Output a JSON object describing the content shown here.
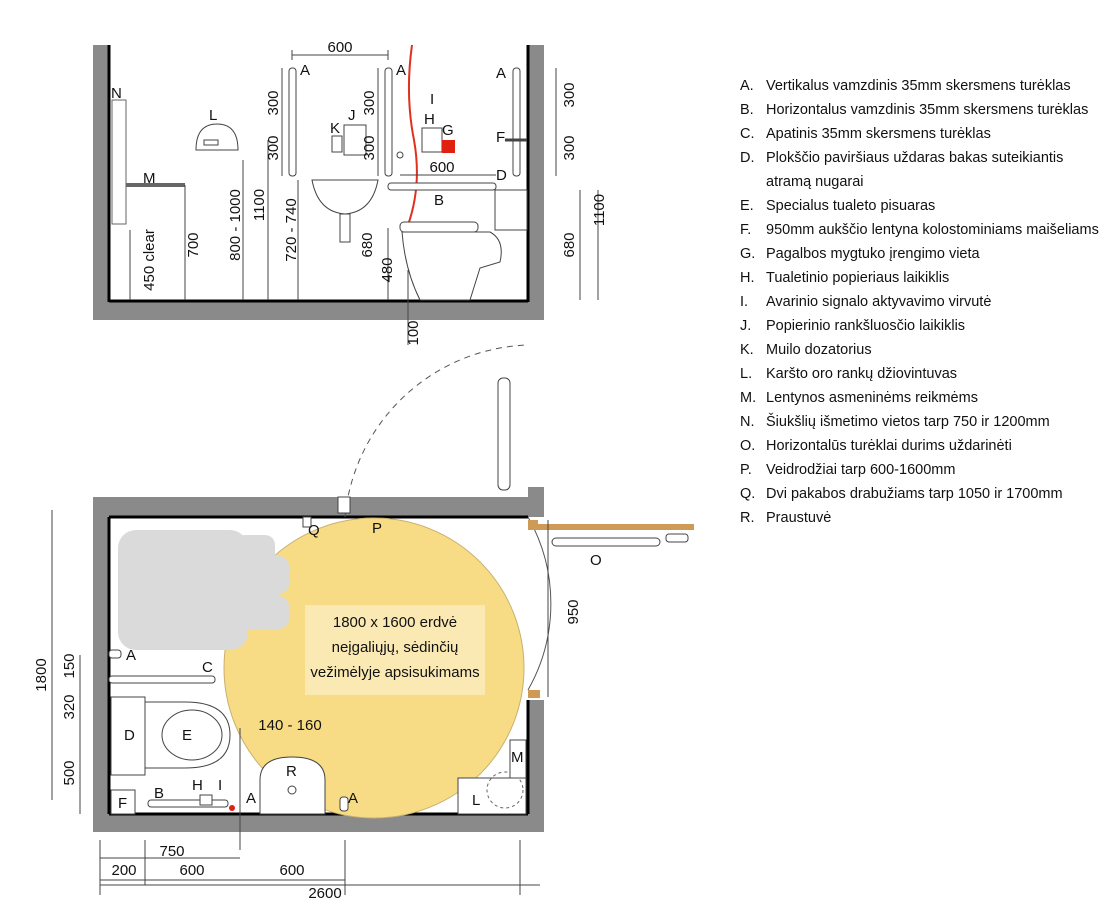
{
  "elevation": {
    "dims": {
      "top_600": "600",
      "v300_left_a": "300",
      "v300_left_b": "300",
      "v300_mid_a": "300",
      "v300_mid_b": "300",
      "d600_rail": "600",
      "v300_right_a": "300",
      "v300_right_b": "300",
      "h1100_right": "1100",
      "h680_right": "680",
      "h450": "450 clear",
      "h700": "700",
      "h800_1000": "800 - 1000",
      "h1100": "1100",
      "h720_740": "720 - 740",
      "h680": "680",
      "h480": "480",
      "d100": "100"
    },
    "labels": {
      "a1": "A",
      "a2": "A",
      "a3": "A",
      "n": "N",
      "l": "L",
      "j": "J",
      "k": "K",
      "h": "H",
      "g": "G",
      "i": "I",
      "f": "F",
      "m": "M",
      "d": "D",
      "b": "B"
    }
  },
  "plan": {
    "dims": {
      "h1800": "1800",
      "h150": "150",
      "h320": "320",
      "h500": "500",
      "d950": "950",
      "d140_160": "140 - 160",
      "d750": "750",
      "d200": "200",
      "d600a": "600",
      "d600b": "600",
      "d2600": "2600"
    },
    "labels": {
      "q": "Q",
      "p": "P",
      "o": "O",
      "a1": "A",
      "c": "C",
      "d": "D",
      "e": "E",
      "r": "R",
      "m": "M",
      "f": "F",
      "b": "B",
      "h": "H",
      "i": "I",
      "a2": "A",
      "a3": "A",
      "l": "L"
    },
    "turning_space": [
      "1800 x 1600 erdvė",
      "neįgaliųjų, sėdinčių",
      "vežimėlyje apsisukimams"
    ]
  },
  "legend": [
    {
      "code": "A.",
      "text": "Vertikalus vamzdinis 35mm skersmens turėklas"
    },
    {
      "code": "B.",
      "text": "Horizontalus vamzdinis 35mm skersmens turėklas"
    },
    {
      "code": "C.",
      "text": "Apatinis 35mm skersmens  turėklas"
    },
    {
      "code": "D.",
      "text": "Plokščio paviršiaus uždaras bakas suteikiantis atramą nugarai"
    },
    {
      "code": "E.",
      "text": "Specialus tualeto pisuaras"
    },
    {
      "code": "F.",
      "text": "950mm aukščio lentyna kolostominiams maišeliams"
    },
    {
      "code": "G.",
      "text": "Pagalbos mygtuko  įrengimo vieta"
    },
    {
      "code": "H.",
      "text": "Tualetinio popieriaus laikiklis"
    },
    {
      "code": "I.",
      "text": "Avarinio signalo aktyvavimo virvutė"
    },
    {
      "code": "J.",
      "text": "Popierinio rankšluosčio laikiklis"
    },
    {
      "code": "K.",
      "text": "Muilo dozatorius"
    },
    {
      "code": "L.",
      "text": "Karšto oro rankų džiovintuvas"
    },
    {
      "code": "M.",
      "text": "Lentynos asmeninėms reikmėms"
    },
    {
      "code": "N.",
      "text": "Šiukšlių išmetimo vietos tarp 750 ir 1200mm"
    },
    {
      "code": "O.",
      "text": "Horizontalūs turėklai durims uždarinėti"
    },
    {
      "code": "P.",
      "text": "Veidrodžiai tarp 600-1600mm"
    },
    {
      "code": "Q.",
      "text": "Dvi pakabos drabužiams tarp 1050 ir 1700mm"
    },
    {
      "code": "R.",
      "text": "Praustuvė"
    }
  ]
}
